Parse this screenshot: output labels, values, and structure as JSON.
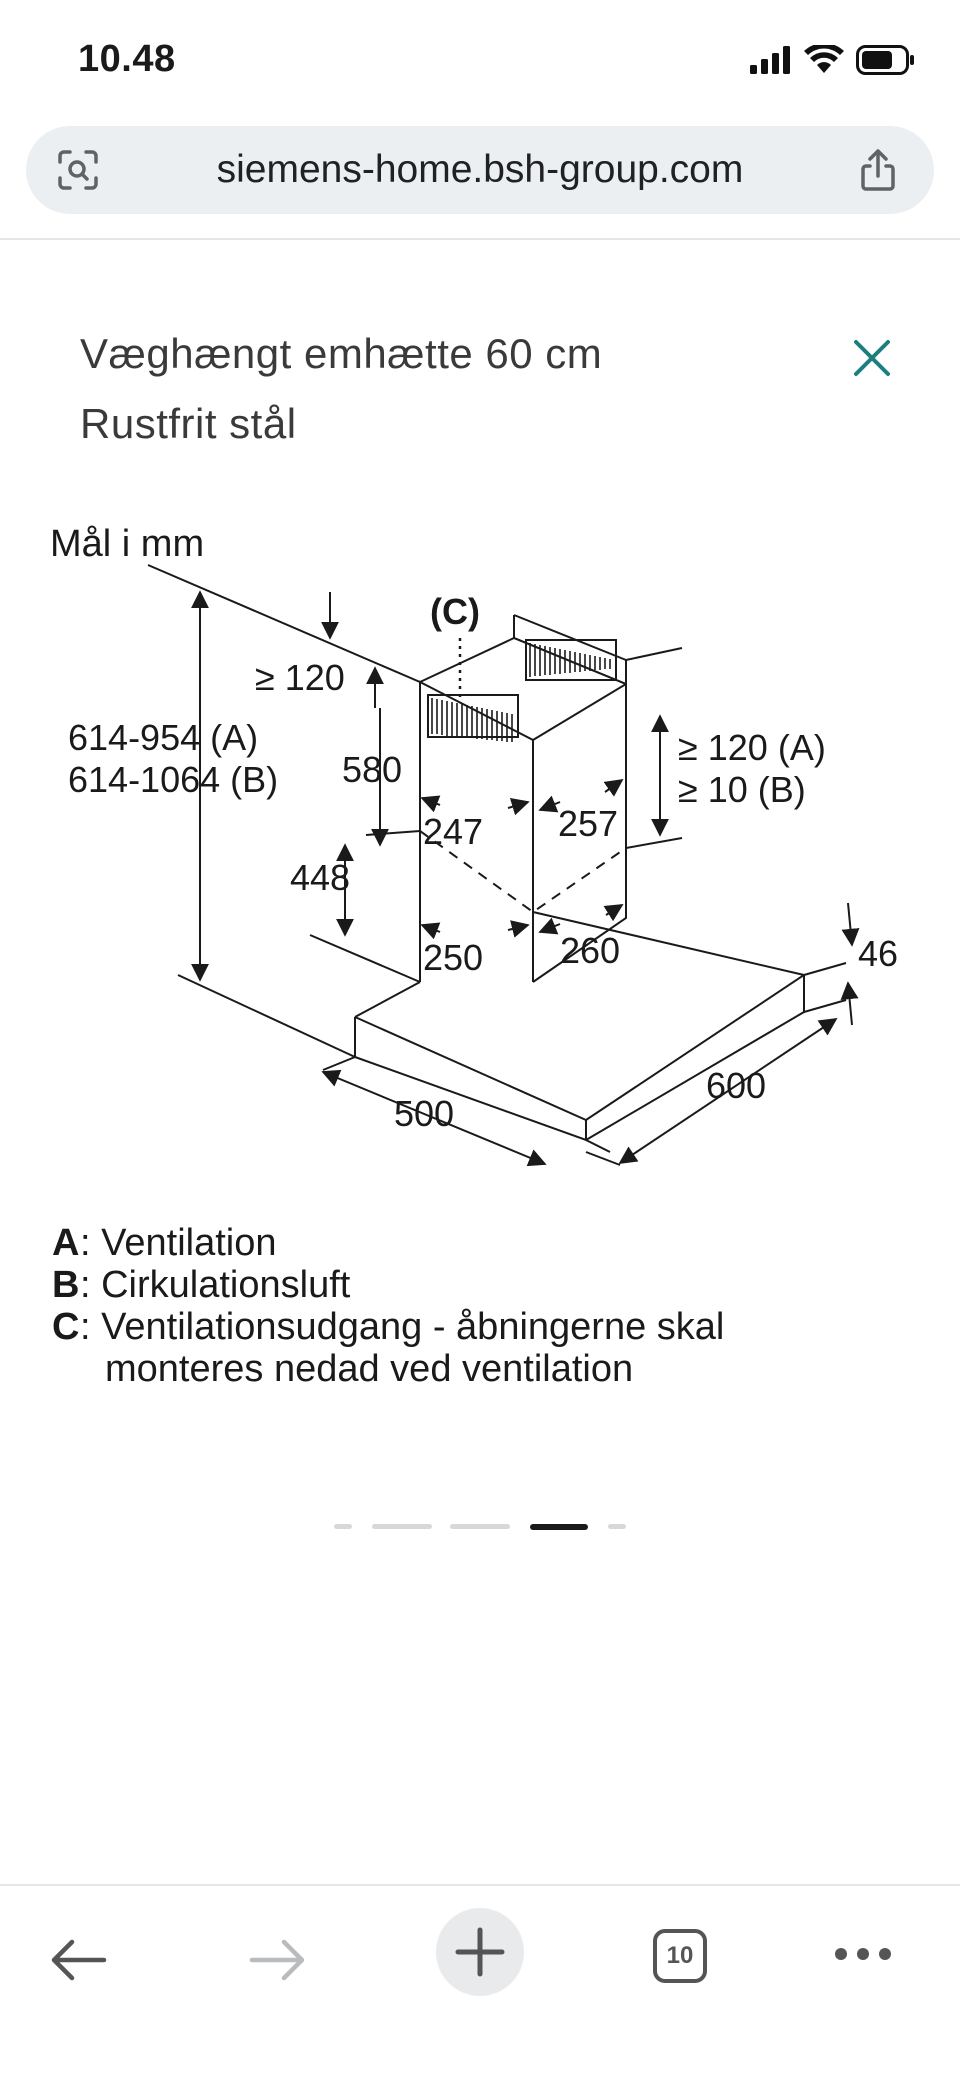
{
  "status_bar": {
    "time": "10.48"
  },
  "address_bar": {
    "url": "siemens-home.bsh-group.com"
  },
  "header": {
    "title": "Væghængt emhætte 60 cm",
    "subtitle": "Rustfrit stål"
  },
  "drawing": {
    "units_label": "Mål i mm",
    "label_c": "(C)",
    "dim_120_top": "≥ 120",
    "dim_height_a": "614-954 (A)",
    "dim_height_b": "614-1064 (B)",
    "dim_580": "580",
    "dim_448": "448",
    "dim_247": "247",
    "dim_257": "257",
    "dim_250": "250",
    "dim_260": "260",
    "dim_120_a": "≥ 120 (A)",
    "dim_10_b": "≥ 10 (B)",
    "dim_46": "46",
    "dim_500": "500",
    "dim_600": "600"
  },
  "legend": [
    {
      "key": "A",
      "text": ": Ventilation"
    },
    {
      "key": "B",
      "text": ": Cirkulationsluft"
    },
    {
      "key": "C",
      "text": ": Ventilationsudgang - åbningerne skal",
      "cont": "monteres nedad ved ventilation"
    }
  ],
  "pager": {
    "count": 5,
    "active_index": 3
  },
  "toolbar": {
    "tab_count": "10"
  }
}
